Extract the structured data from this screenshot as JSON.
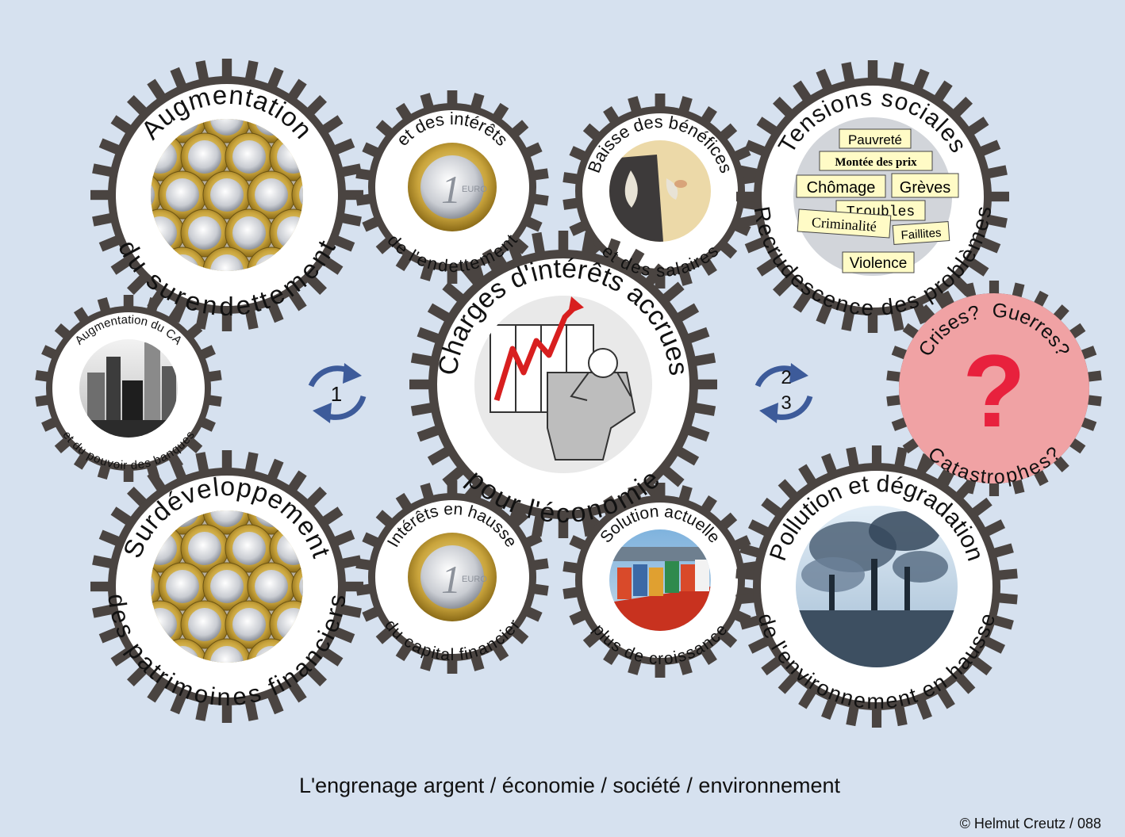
{
  "colors": {
    "background": "#d6e1ef",
    "gear": "#4a4441",
    "gear_face": "#ffffff",
    "arrow_blue": "#3d5b9a",
    "alert_fill": "#f0a2a4",
    "alert_mark": "#e8213d",
    "label_yellow": "#fffbc6"
  },
  "gears": {
    "top_left": {
      "top": "Augmentation",
      "bottom": "du surendettement",
      "image": "euro-coins"
    },
    "top_mid_left": {
      "top": "et des intérêts",
      "bottom": "de l'endettement",
      "image": "euro-coin"
    },
    "top_mid_right": {
      "top": "Baisse des bénéfices",
      "bottom": "et des salaires",
      "image": "empty-pockets"
    },
    "top_right": {
      "top": "Tensions sociales",
      "bottom": "Recrudescence des problèmes",
      "tags": [
        "Pauvreté",
        "Montée des prix",
        "Chômage",
        "Grèves",
        "Troubles",
        "Criminalité",
        "Faillites",
        "Violence"
      ]
    },
    "mid_left": {
      "top": "Augmentation du CA",
      "bottom": "et du pouvoir des banques",
      "image": "skyscrapers"
    },
    "center": {
      "top": "Charges d'intérêts accrues",
      "bottom": "pour l'économie",
      "image": "rising-chart-office"
    },
    "mid_right": {
      "top": "Crises?  Guerres?",
      "bottom": "Catastrophes?",
      "mark": "?"
    },
    "bottom_left": {
      "top": "Surdéveloppement",
      "bottom": "des patrimoines financiers",
      "image": "euro-coins"
    },
    "bottom_mid_left": {
      "top": "Intérêts en hausse",
      "bottom": "du capital financier",
      "image": "euro-coin"
    },
    "bottom_mid_right": {
      "top": "Solution actuelle",
      "bottom": "plus de croissance",
      "image": "container-ship"
    },
    "bottom_right": {
      "top": "Pollution et dégradation",
      "bottom": "de l'environnement en hausse",
      "image": "smoking-factory"
    }
  },
  "cycles": {
    "left": {
      "label": "1"
    },
    "right": {
      "label_top": "2",
      "label_bottom": "3"
    }
  },
  "caption": "L'engrenage argent / économie / société / environnement",
  "copyright": "©  Helmut Creutz / 088"
}
